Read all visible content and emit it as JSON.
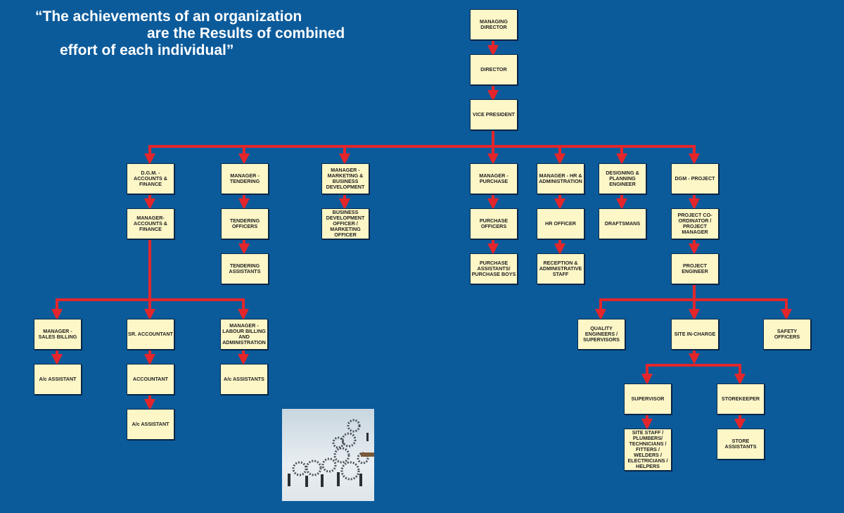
{
  "quote": {
    "line1": "“The achievements of an organization",
    "line2": "are the Results of combined",
    "line3": "effort of each individual”"
  },
  "colors": {
    "background": "#0b5b9b",
    "box": "#fdf7c8",
    "connector": "#e3262b"
  },
  "org": {
    "managing_director": "MANAGING DIRECTOR",
    "director": "DIRECTOR",
    "vice_president": "VICE PRESIDENT",
    "dgm_accounts": "D.G.M. - ACCOUNTS & FINANCE",
    "manager_accounts": "MANAGER- ACCOUNTS & FINANCE",
    "manager_sales_billing": "MANAGER - SALES BILLING",
    "ac_assistant_1": "A/c ASSISTANT",
    "sr_accountant": "SR. ACCOUNTANT",
    "accountant": "ACCOUNTANT",
    "ac_assistant_2": "A/c ASSISTANT",
    "manager_labour_billing": "MANAGER - LABOUR BILLING AND ADMINISTRATION",
    "ac_assistants": "A/c ASSISTANTS",
    "manager_tendering": "MANAGER - TENDERING",
    "tendering_officers": "TENDERING OFFICERS",
    "tendering_assistants": "TENDERING ASSISTANTS",
    "manager_marketing": "MANAGER - MARKETING & BUSINESS DEVELOPMENT",
    "bd_officer": "BUSINESS DEVELOPMENT OFFICER / MARKETING OFFICER",
    "manager_purchase": "MANAGER - PURCHASE",
    "purchase_officers": "PURCHASE OFFICERS",
    "purchase_assistants": "PURCHASE ASSISTANTS/ PURCHASE BOYS",
    "manager_hr": "MANAGER - HR & ADMINISTRATION",
    "hr_officer": "HR OFFICER",
    "reception_staff": "RECEPTION & ADMINISTRATIVE STAFF",
    "design_engineer": "DESIGNING & PLANNING ENGINEER",
    "draftsmans": "DRAFTSMANS",
    "dgm_project": "DGM - PROJECT",
    "project_coordinator": "PROJECT CO-ORDINATOR / PROJECT MANAGER",
    "project_engineer": "PROJECT ENGINEER",
    "quality_engineers": "QUALITY ENGINEERS / SUPERVISORS",
    "site_incharge": "SITE IN-CHARGE",
    "safety_officers": "SAFETY OFFICERS",
    "supervisor": "SUPERVISOR",
    "site_staff": "SITE STAFF / PLUMBERS/ TECHNICIANS / FITTERS / WELDERS / ELECTRICIANS / HELPERS",
    "storekeeper": "STOREKEEPER",
    "store_assistants": "STORE ASSISTANTS"
  }
}
